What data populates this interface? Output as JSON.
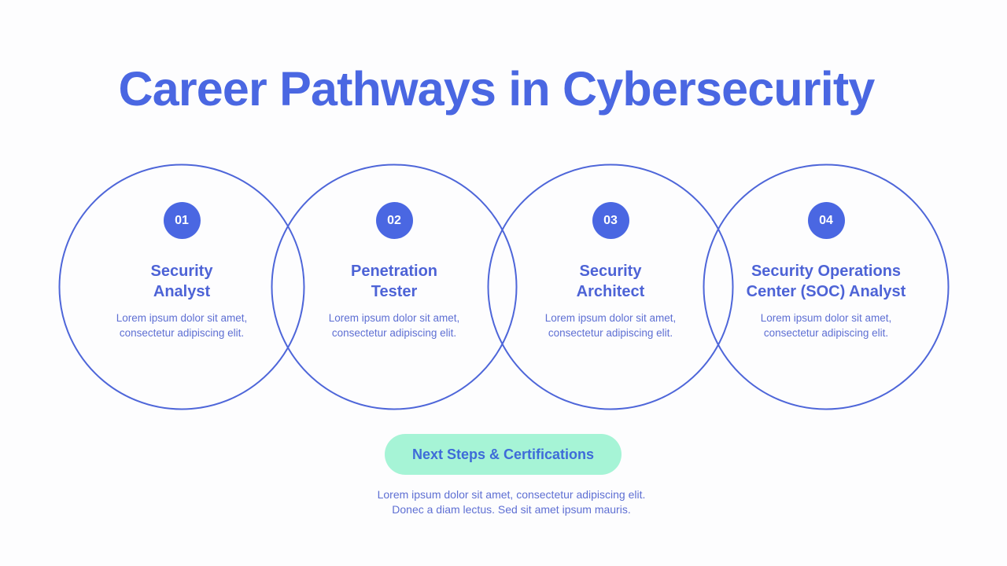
{
  "title": "Career Pathways in Cybersecurity",
  "colors": {
    "primary": "#4A67E2",
    "ring_stroke": "#4E66D9",
    "pill_bg": "#A6F4D6",
    "pill_text": "#3E6BD9",
    "body_text": "#5E6FD3",
    "background": "#FDFDFE"
  },
  "pathways": [
    {
      "number": "01",
      "title": "Security\nAnalyst",
      "description": "Lorem ipsum dolor sit amet,\nconsectetur adipiscing elit."
    },
    {
      "number": "02",
      "title": "Penetration\nTester",
      "description": "Lorem ipsum dolor sit amet,\nconsectetur adipiscing elit."
    },
    {
      "number": "03",
      "title": "Security\nArchitect",
      "description": "Lorem ipsum dolor sit amet,\nconsectetur adipiscing elit."
    },
    {
      "number": "04",
      "title": "Security Operations\nCenter (SOC) Analyst",
      "description": "Lorem ipsum dolor sit amet,\nconsectetur adipiscing elit."
    }
  ],
  "next_steps": {
    "label": "Next Steps & Certifications",
    "description": "Lorem ipsum dolor sit amet, consectetur adipiscing elit.\nDonec a diam lectus. Sed sit amet ipsum mauris."
  }
}
